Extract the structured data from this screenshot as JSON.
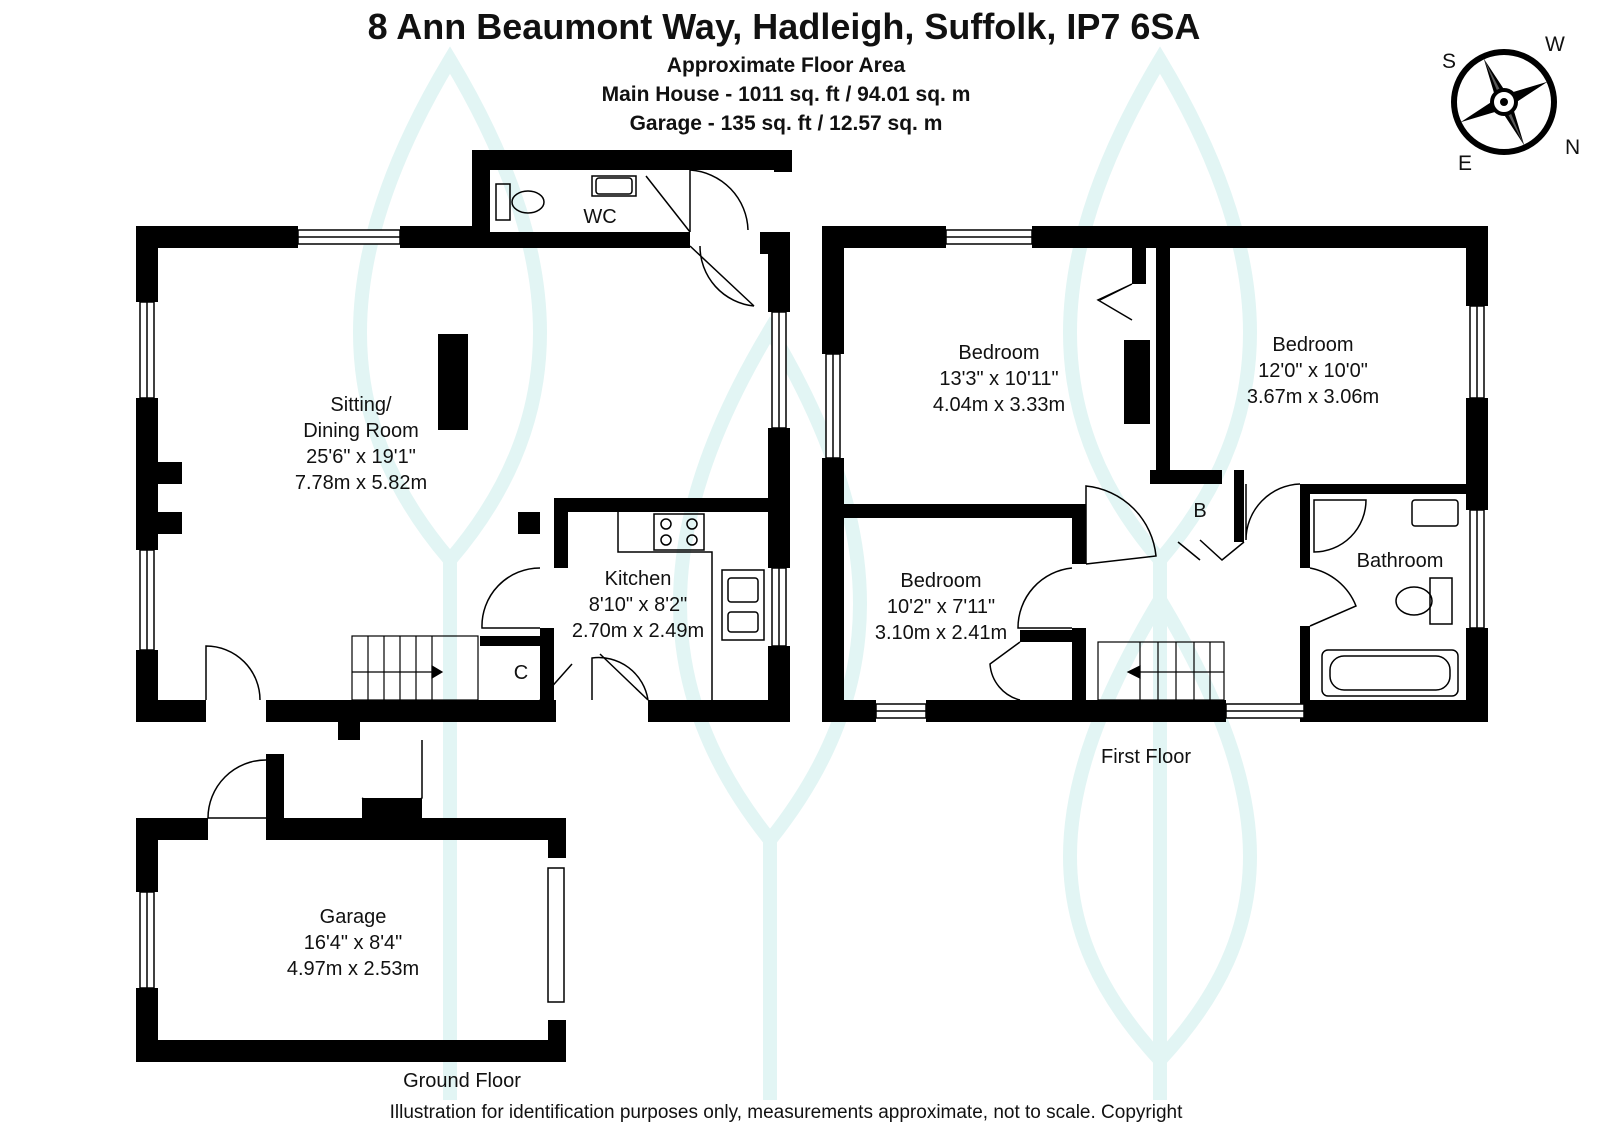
{
  "header": {
    "title": "8 Ann Beaumont Way, Hadleigh, Suffolk, IP7 6SA",
    "area_heading": "Approximate Floor Area",
    "main_house_area": "Main House - 1011 sq. ft / 94.01 sq. m",
    "garage_area": "Garage - 135 sq. ft / 12.57 sq. m"
  },
  "compass": {
    "s": "S",
    "w": "W",
    "n": "N",
    "e": "E"
  },
  "floors": {
    "ground": "Ground Floor",
    "first": "First Floor"
  },
  "rooms": {
    "sitting_dining": {
      "name1": "Sitting/",
      "name2": "Dining Room",
      "imperial": "25'6\" x 19'1\"",
      "metric": "7.78m x 5.82m"
    },
    "wc": {
      "name": "WC"
    },
    "kitchen": {
      "name": "Kitchen",
      "imperial": "8'10\" x 8'2\"",
      "metric": "2.70m x 2.49m"
    },
    "cupboard": {
      "name": "C"
    },
    "garage": {
      "name": "Garage",
      "imperial": "16'4\" x 8'4\"",
      "metric": "4.97m x 2.53m"
    },
    "bedroom1": {
      "name": "Bedroom",
      "imperial": "13'3\" x 10'11\"",
      "metric": "4.04m x 3.33m"
    },
    "bedroom2": {
      "name": "Bedroom",
      "imperial": "12'0\" x 10'0\"",
      "metric": "3.67m x 3.06m"
    },
    "bedroom3": {
      "name": "Bedroom",
      "imperial": "10'2\" x 7'11\"",
      "metric": "3.10m x 2.41m"
    },
    "boiler": {
      "name": "B"
    },
    "bathroom": {
      "name": "Bathroom"
    }
  },
  "footer": {
    "disclaimer": "Illustration for identification purposes only, measurements approximate, not to scale. Copyright"
  },
  "colors": {
    "wall": "#000000",
    "watermark": "#e2f5f4",
    "text": "#111111"
  }
}
